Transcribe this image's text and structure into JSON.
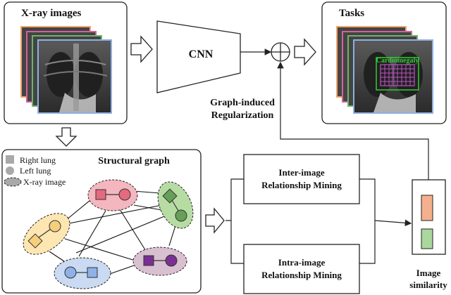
{
  "xray_panel": {
    "title": "X-ray images"
  },
  "cnn": {
    "label": "CNN"
  },
  "tasks_panel": {
    "title": "Tasks",
    "overlay_label": "Cardiomegaly"
  },
  "regularization": {
    "line1": "Graph-induced",
    "line2": "Regularization"
  },
  "structural_graph": {
    "title": "Structural graph",
    "legend": [
      "Right lung",
      "Left lung",
      "X-ray image"
    ]
  },
  "inter_mining": {
    "line1": "Inter-image",
    "line2": "Relationship Mining"
  },
  "intra_mining": {
    "line1": "Intra-image",
    "line2": "Relationship Mining"
  },
  "similarity": {
    "line1": "Image",
    "line2": "similarity"
  },
  "colors": {
    "red_ellipse": "#f4b6bf",
    "red_node": "#e46b7d",
    "green_ellipse": "#b7dca3",
    "green_node": "#66a058",
    "yellow_ellipse": "#fde6b1",
    "yellow_node": "#f6cf7c",
    "blue_ellipse": "#c9daf2",
    "blue_node": "#8eb2e8",
    "purple_ellipse": "#d9c0d1",
    "purple_node": "#7a2f92",
    "sim_orange": "#f4b08c",
    "sim_green": "#a9d79c",
    "grid_purple": "#c050c8",
    "box_green": "#33cc33"
  }
}
